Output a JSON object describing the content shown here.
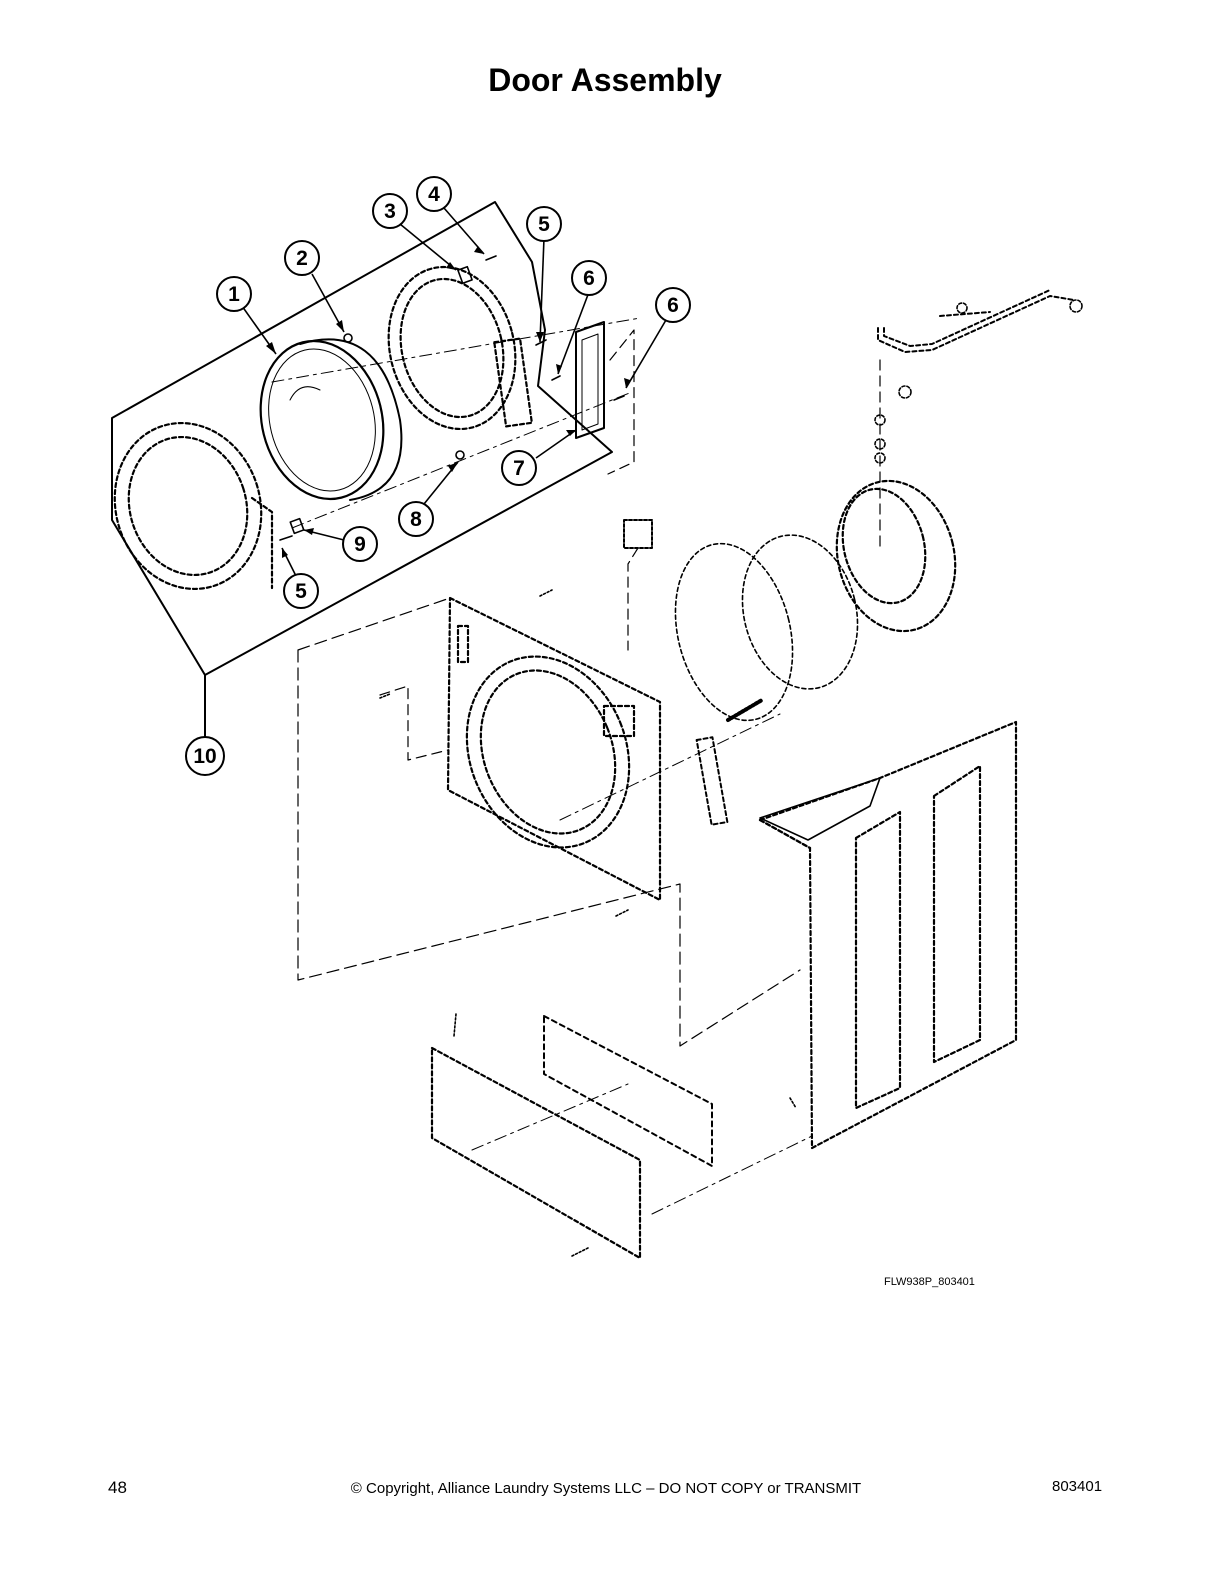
{
  "page": {
    "title": "Door Assembly",
    "figure_id": "FLW938P_803401",
    "footer": {
      "page_number": "48",
      "copyright": "© Copyright, Alliance Laundry Systems LLC – DO NOT COPY or TRANSMIT",
      "doc_number": "803401"
    }
  },
  "callouts": [
    {
      "label": "1"
    },
    {
      "label": "2"
    },
    {
      "label": "3"
    },
    {
      "label": "4"
    },
    {
      "label": "5"
    },
    {
      "label": "6"
    },
    {
      "label": "6"
    },
    {
      "label": "7"
    },
    {
      "label": "8"
    },
    {
      "label": "9"
    },
    {
      "label": "5"
    },
    {
      "label": "10"
    }
  ]
}
